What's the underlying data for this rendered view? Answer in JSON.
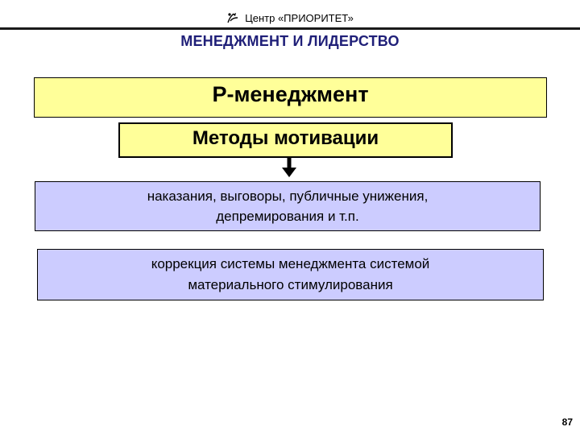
{
  "header": {
    "logo_icon": "center-logo-icon",
    "org_name": "Центр «ПРИОРИТЕТ»"
  },
  "title": "МЕНЕДЖМЕНТ И ЛИДЕРСТВО",
  "diagram": {
    "main_box": "Р-менеджмент",
    "sub_box": "Методы мотивации",
    "arrow_icon": "arrow-down-icon",
    "box_1": "наказания, выговоры, публичные унижения,\nдепремирования и т.п.",
    "box_2": "коррекция системы менеджмента системой\nматериального стимулирования"
  },
  "colors": {
    "yellow_box": "#ffff99",
    "blue_box": "#ccccff",
    "title": "#1f1f78"
  },
  "page_number": "87"
}
